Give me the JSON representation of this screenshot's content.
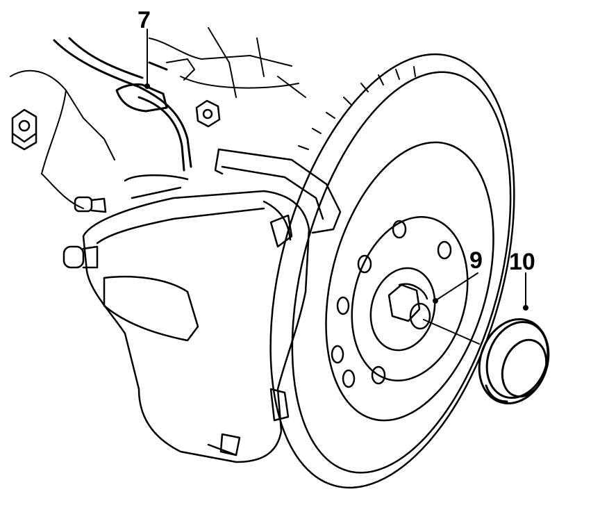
{
  "diagram": {
    "callouts": [
      {
        "id": "7",
        "text": "7"
      },
      {
        "id": "9",
        "text": "9"
      },
      {
        "id": "10",
        "text": "10"
      }
    ],
    "colors": {
      "line": "#000000",
      "background": "#ffffff"
    }
  }
}
